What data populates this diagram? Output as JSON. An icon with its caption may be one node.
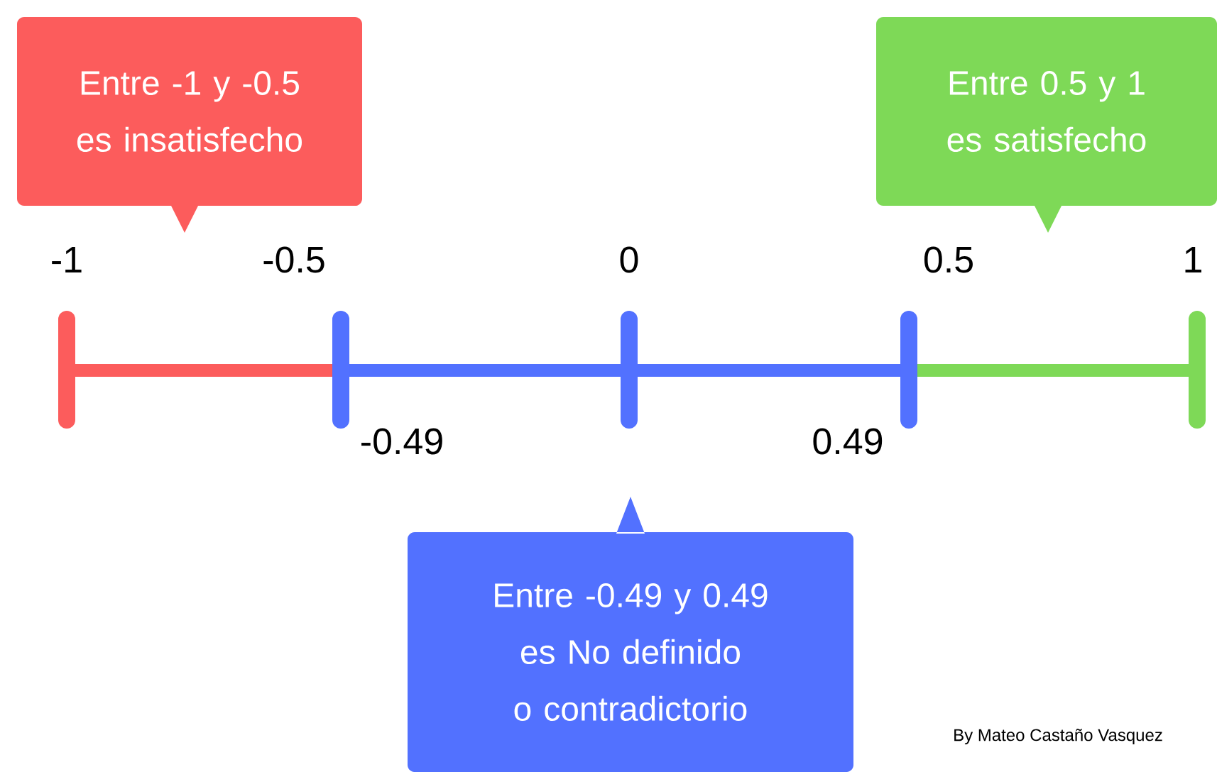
{
  "diagram": {
    "nodes": [
      {
        "text": [
          "Entre -1 y -0.5 es insatisfecho"
        ]
      },
      {
        "text": [
          "Entre 0.5 y 1 es satisfecho"
        ]
      },
      {
        "text": [
          "Entre -0.49 y 0.49 es No definido o contradictorio"
        ]
      }
    ],
    "labels": [
      "-1",
      "-0.5",
      "0",
      "0.5",
      "1",
      "-0.49",
      "0.49",
      "By Mateo Castaño Vasquez"
    ]
  }
}
